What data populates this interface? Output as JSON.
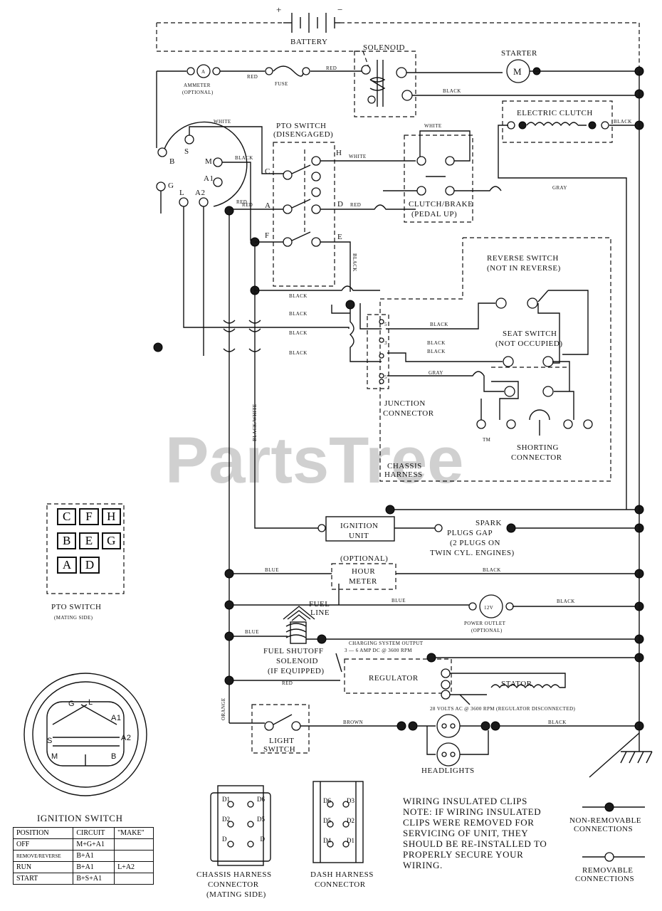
{
  "labels": {
    "battery": "BATTERY",
    "plus": "+",
    "minus": "−",
    "solenoid": "SOLENOID",
    "starter": "STARTER",
    "starter_m": "M",
    "ammeter": "AMMETER",
    "ammeter_opt": "(OPTIONAL)",
    "ammeter_a": "A",
    "fuse": "FUSE",
    "electric_clutch": "ELECTRIC CLUTCH",
    "pto_switch": "PTO SWITCH",
    "pto_disengaged": "(DISENGAGED)",
    "clutch_brake": "CLUTCH/BRAKE",
    "pedal_up": "(PEDAL UP)",
    "reverse_switch": "REVERSE SWITCH",
    "not_in_reverse": "(NOT IN REVERSE)",
    "seat_switch": "SEAT SWITCH",
    "not_occupied": "(NOT OCCUPIED)",
    "junction": "JUNCTION",
    "connector": "CONNECTOR",
    "shorting": "SHORTING",
    "shorting_connector": "CONNECTOR",
    "chassis": "CHASSIS",
    "harness": "HARNESS",
    "ignition_unit_1": "IGNITION",
    "ignition_unit_2": "UNIT",
    "spark_1": "SPARK",
    "spark_2": "PLUGS GAP",
    "spark_3": "(2 PLUGS ON",
    "spark_4": "TWIN CYL. ENGINES)",
    "optional": "(OPTIONAL)",
    "hour_1": "HOUR",
    "hour_2": "METER",
    "v12": "12V",
    "power_outlet": "POWER OUTLET",
    "power_optional": "(OPTIONAL)",
    "fuel_line_1": "FUEL",
    "fuel_line_2": "LINE",
    "fuel_shutoff_1": "FUEL SHUTOFF",
    "fuel_shutoff_2": "SOLENOID",
    "fuel_shutoff_3": "(IF EQUIPPED)",
    "charging_1": "CHARGING SYSTEM OUTPUT",
    "charging_2": "3 — 6 AMP DC @ 3600 RPM",
    "regulator": "REGULATOR",
    "stator": "STATOR",
    "volts_ac": "28 VOLTS AC @ 3600 RPM (REGULATOR DISCONNECTED)",
    "light_1": "LIGHT",
    "light_2": "SWITCH",
    "headlights": "HEADLIGHTS",
    "pto_mating_1": "PTO SWITCH",
    "pto_mating_2": "(MATING SIDE)",
    "ignition_switch": "IGNITION SWITCH",
    "chassis_conn_1": "CHASSIS HARNESS",
    "chassis_conn_2": "CONNECTOR",
    "chassis_conn_3": "(MATING SIDE)",
    "dash_conn_1": "DASH HARNESS",
    "dash_conn_2": "CONNECTOR",
    "note_1": "WIRING INSULATED CLIPS",
    "note_2": "NOTE: IF WIRING INSULATED",
    "note_3": "CLIPS WERE REMOVED FOR",
    "note_4": "SERVICING OF UNIT, THEY",
    "note_5": "SHOULD BE RE-INSTALLED TO",
    "note_6": "PROPERLY SECURE YOUR",
    "note_7": "WIRING.",
    "legend_nr_1": "NON-REMOVABLE",
    "legend_nr_2": "CONNECTIONS",
    "legend_r_1": "REMOVABLE",
    "legend_r_2": "CONNECTIONS",
    "watermark": "PartsTree",
    "tm": "TM"
  },
  "wire_colors": {
    "red": "RED",
    "black": "BLACK",
    "white": "WHITE",
    "gray": "GRAY",
    "blue": "BLUE",
    "brown": "BROWN",
    "orange": "ORANGE",
    "black_white": "BLACK/WHITE"
  },
  "pto_terminals": [
    "A",
    "B",
    "C",
    "D",
    "E",
    "F",
    "G",
    "H"
  ],
  "ign_terminals": [
    "S",
    "B",
    "G",
    "L",
    "M",
    "A1",
    "A2"
  ],
  "junction_pins": [
    "5",
    "3",
    "1"
  ],
  "pto_grid": [
    [
      "C",
      "F",
      "H"
    ],
    [
      "B",
      "E",
      "G"
    ],
    [
      "A",
      "D",
      ""
    ]
  ],
  "chassis_pins": [
    [
      "D1",
      "D6"
    ],
    [
      "D2",
      "D5"
    ],
    [
      "D",
      "D"
    ]
  ],
  "dash_pins": [
    [
      "D6",
      "D3"
    ],
    [
      "D5",
      "D2"
    ],
    [
      "D4",
      "D1"
    ]
  ],
  "ign_table": {
    "headers": [
      "POSITION",
      "CIRCUIT",
      "\"MAKE\""
    ],
    "rows": [
      [
        "OFF",
        "M+G+A1",
        ""
      ],
      [
        "REMOVE/REVERSE",
        "B+A1",
        ""
      ],
      [
        "RUN",
        "B+A1",
        "L+A2"
      ],
      [
        "START",
        "B+S+A1",
        ""
      ]
    ]
  }
}
